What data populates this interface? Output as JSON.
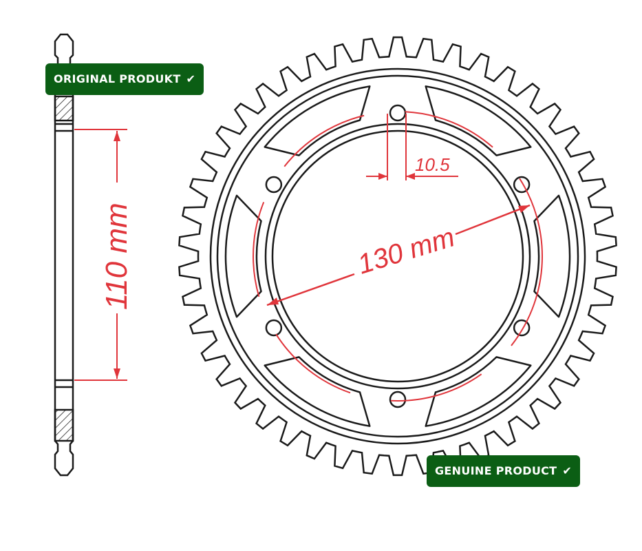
{
  "badges": {
    "original": {
      "label": "ORIGINAL PRODUKT",
      "icon": "checkmark-icon"
    },
    "genuine": {
      "label": "GENUINE PRODUCT",
      "icon": "checkmark-icon"
    }
  },
  "dimensions": {
    "side_height": "110 mm",
    "bolt_circle": "130 mm",
    "hole_diameter": "10.5"
  },
  "sprocket": {
    "teeth": 46,
    "bolt_holes": 6
  },
  "colors": {
    "badge": "#0b5e14",
    "dimension": "#e0353b",
    "line": "#1a1a1a"
  }
}
